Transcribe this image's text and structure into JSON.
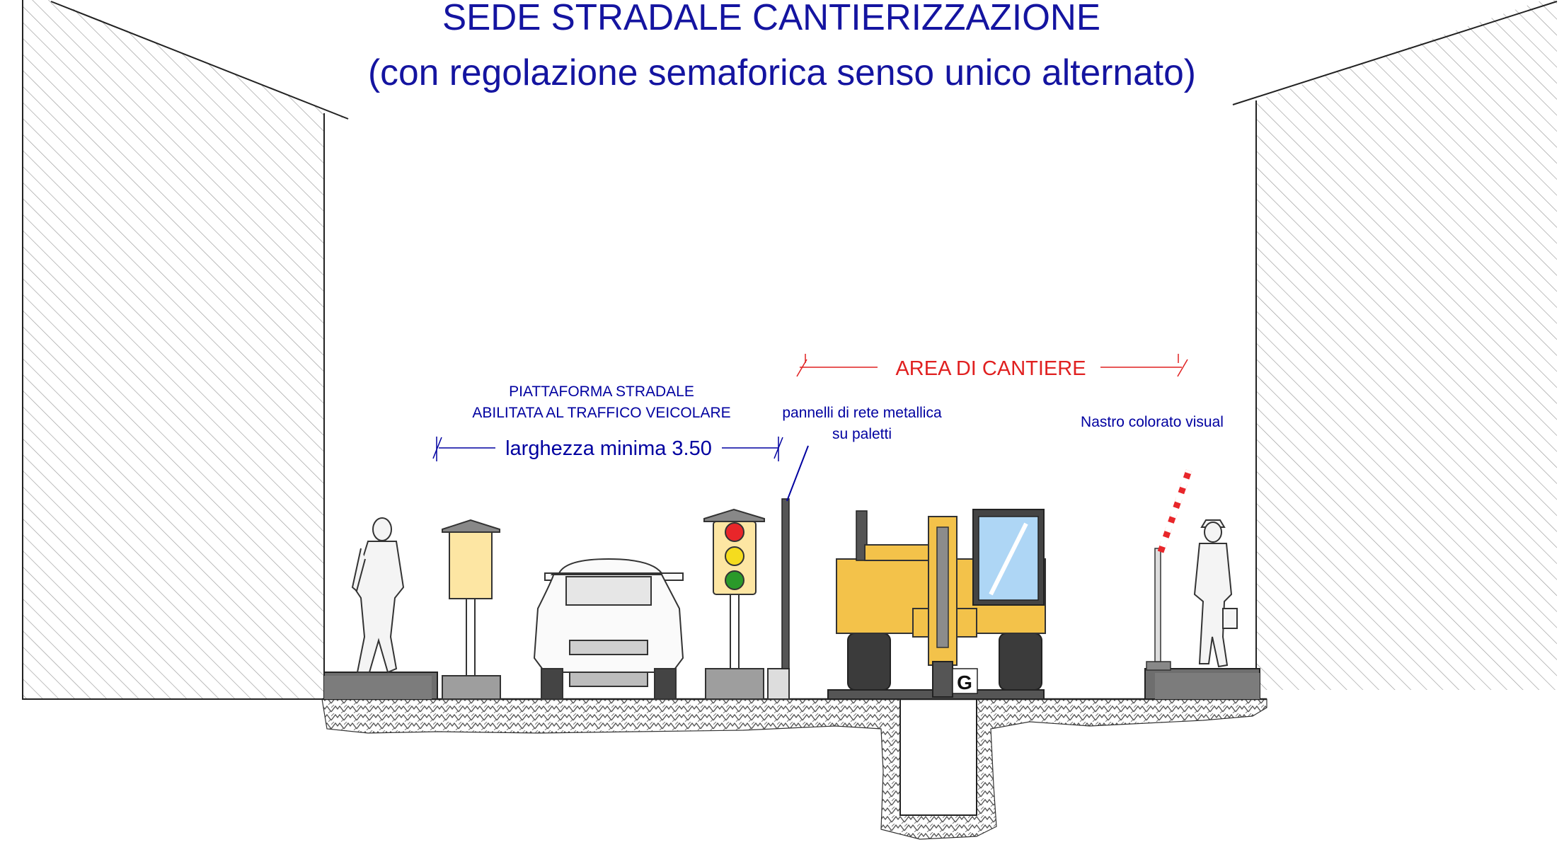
{
  "title": {
    "line1": "SEDE STRADALE CANTIERIZZAZIONE",
    "line2": "(con regolazione semaforica senso unico alternato)"
  },
  "labels": {
    "platform_line1": "PIATTAFORMA STRADALE",
    "platform_line2": "ABILITATA AL TRAFFICO VEICOLARE",
    "min_width": "larghezza minima 3.50",
    "site_area": "AREA DI CANTIERE",
    "panels_line1": "pannelli di rete metallica",
    "panels_line2": "su paletti",
    "tape": "Nastro  colorato visual",
    "excavator_badge": "G"
  },
  "colors": {
    "title": "#1414a0",
    "annotation": "#0000a0",
    "site_area": "#e02020",
    "machine_yellow": "#f3c24a",
    "sign_yellow": "#fde6a3",
    "light_red": "#e8262a",
    "light_amber": "#f5dc1e",
    "light_green": "#2a9a2a",
    "base_grey": "#9e9e9e"
  },
  "icons": [
    "pedestrian-icon",
    "car-icon",
    "traffic-light-icon",
    "excavator-icon",
    "road-sign-icon",
    "businessman-icon"
  ]
}
